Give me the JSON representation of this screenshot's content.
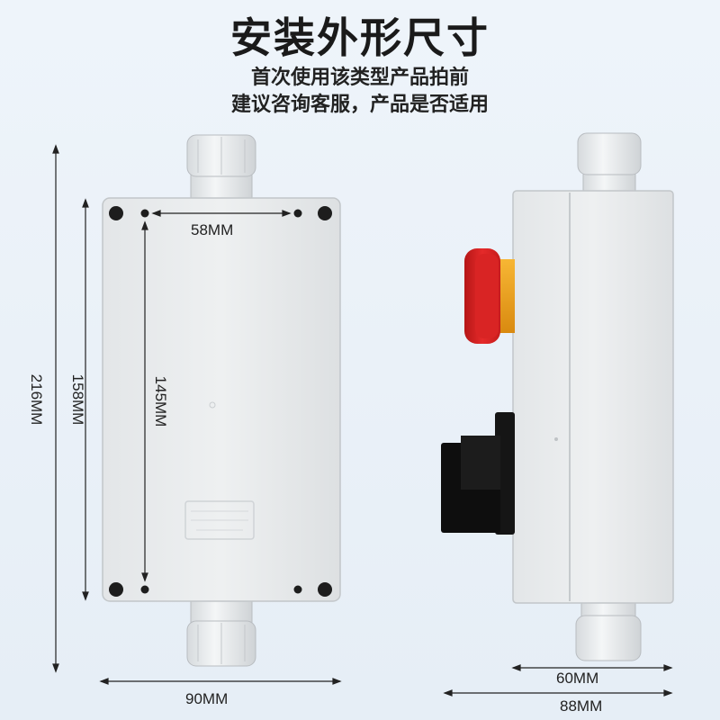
{
  "header": {
    "title": "安装外形尺寸",
    "line1": "首次使用该类型产品拍前",
    "line2": "建议咨询客服，产品是否适用"
  },
  "dimensions": {
    "hole_width": "58MM",
    "hole_height": "145MM",
    "box_height": "158MM",
    "total_height": "216MM",
    "width": "90MM",
    "depth_body": "60MM",
    "depth_total": "88MM"
  },
  "colors": {
    "box": "#e9ecee",
    "emergency_red": "#d81e1e",
    "emergency_yellow": "#f0a21c",
    "knob": "#151515"
  }
}
